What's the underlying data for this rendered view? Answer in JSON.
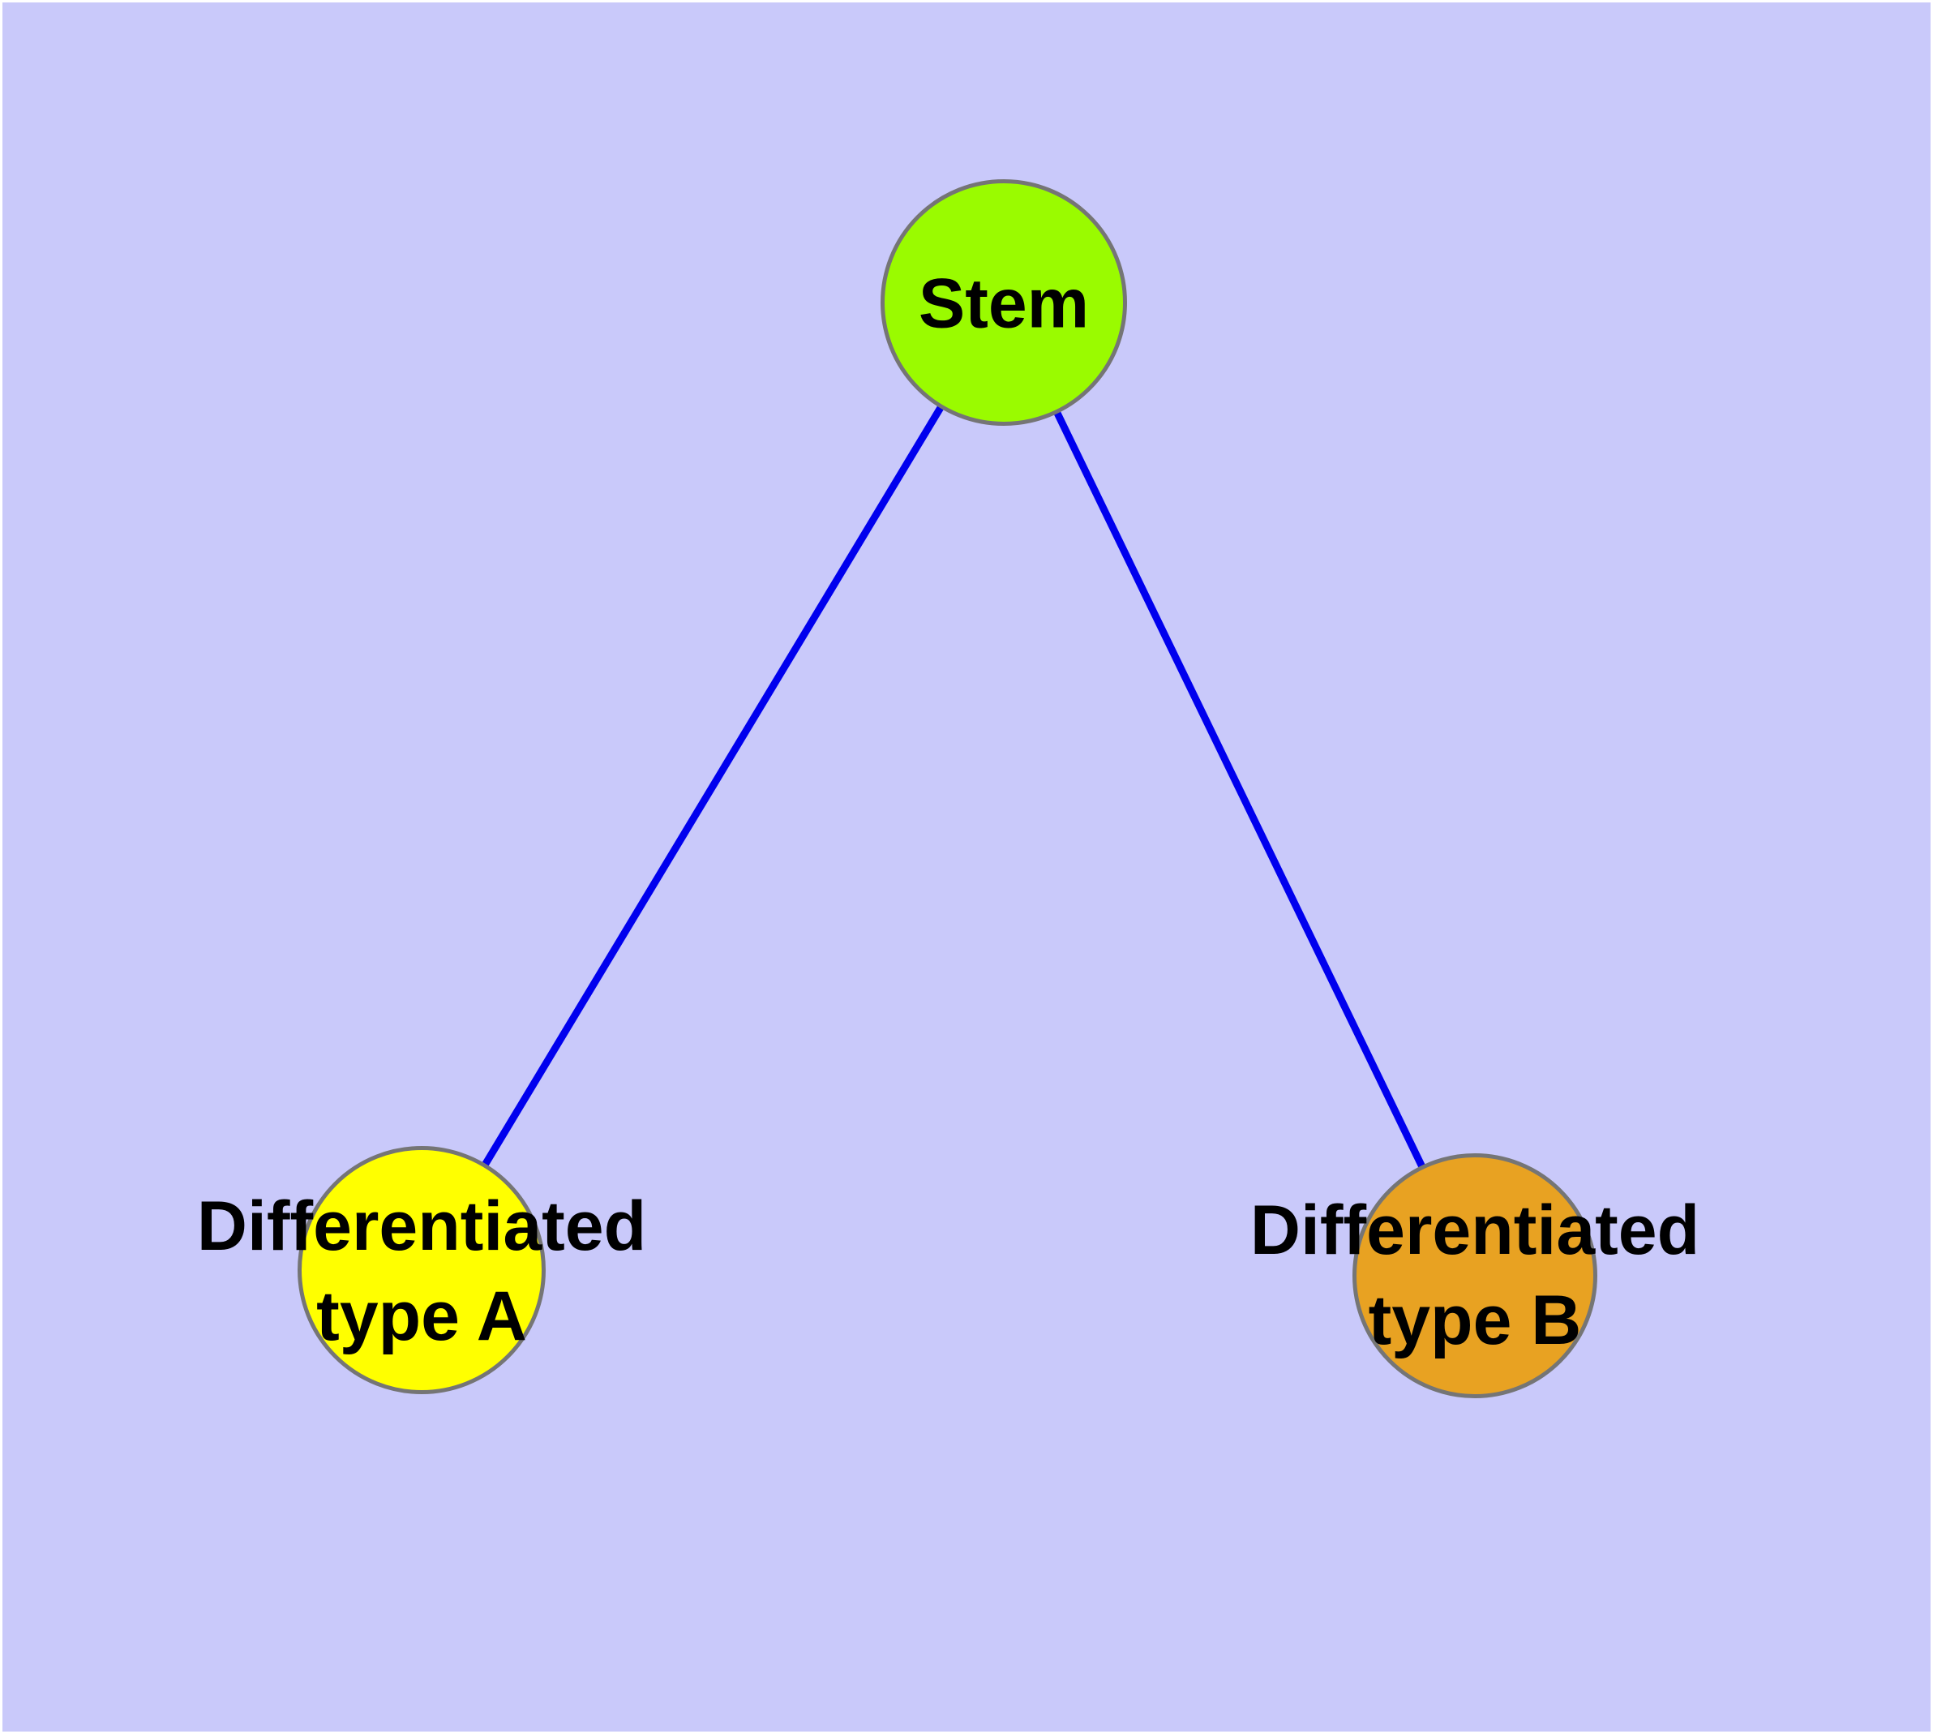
{
  "diagram": {
    "background_color": "#C9C9FA",
    "edge_color": "#0000EE",
    "node_border_color": "#757575",
    "label_text_color": "#000000",
    "nodes": [
      {
        "id": "stem",
        "label": "Stem",
        "label_lines": [
          "Stem"
        ],
        "fill_color": "#9AFB00"
      },
      {
        "id": "differentiated-type-a",
        "label": "Differentiated type A",
        "label_lines": [
          "Differentiated",
          "type A"
        ],
        "fill_color": "#FFFF00"
      },
      {
        "id": "differentiated-type-b",
        "label": "Differentiated type B",
        "label_lines": [
          "Differentiated",
          "type B"
        ],
        "fill_color": "#E8A222"
      }
    ],
    "edges": [
      {
        "from": "Stem",
        "to": "Differentiated type A"
      },
      {
        "from": "Stem",
        "to": "Differentiated type B"
      }
    ]
  }
}
